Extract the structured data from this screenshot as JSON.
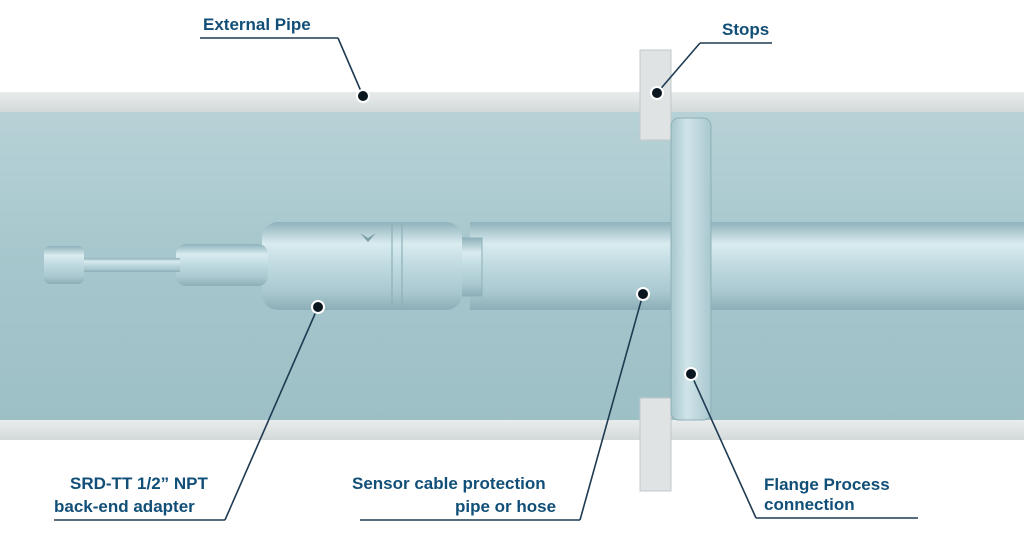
{
  "labels": {
    "external_pipe": "External Pipe",
    "stops": "Stops",
    "adapter_line1": "SRD-TT 1/2” NPT",
    "adapter_line2": "back-end adapter",
    "cable_line1": "Sensor cable protection",
    "cable_line2": "pipe or hose",
    "flange_line1": "Flange Process",
    "flange_line2": "connection"
  },
  "colors": {
    "label_text": "#114f78",
    "leader_line": "#1f3b52",
    "pipe_wall": "#dfe3e4",
    "fluid": "#a9c9cf",
    "metal": "#bcd8df"
  }
}
